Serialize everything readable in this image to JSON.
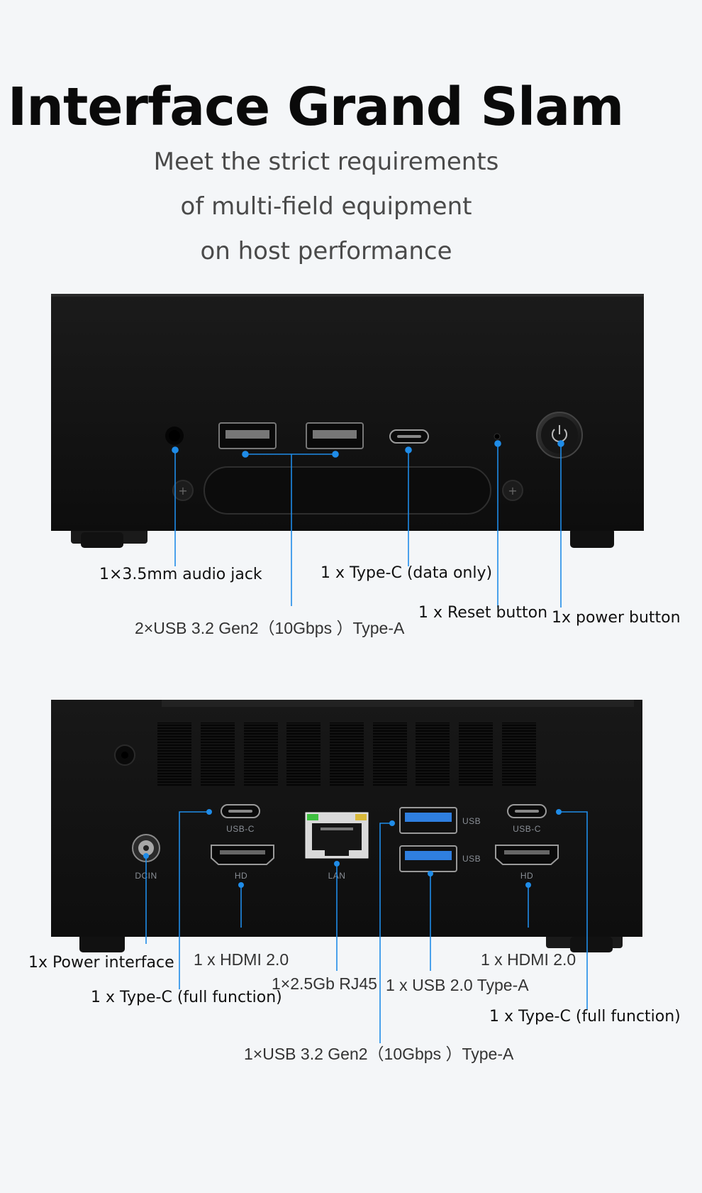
{
  "heading": {
    "title": "Interface Grand Slam",
    "subtitle_lines": [
      "Meet the strict requirements",
      "of multi-field equipment",
      "on host performance"
    ]
  },
  "front_panel": {
    "callouts": {
      "audio": "1×3.5mm audio jack",
      "usb_a": "2×USB 3.2 Gen2（10Gbps ）Type-A",
      "type_c": "1 x Type-C (data only)",
      "reset": "1 x Reset button",
      "power": "1x power button"
    }
  },
  "rear_panel": {
    "port_labels": {
      "usbc_left": "USB-C",
      "hd_left": "HD",
      "dcin": "DCIN",
      "lan": "LAN",
      "usb_top": "USB",
      "usb_bottom": "USB",
      "usbc_right": "USB-C",
      "hd_right": "HD"
    },
    "callouts": {
      "power": "1x Power interface",
      "typec_left": "1 x Type-C (full function)",
      "hdmi_left": "1 x HDMI 2.0",
      "rj45": "1×2.5Gb RJ45",
      "usb2": "1 x USB 2.0 Type-A",
      "hdmi_right": "1 x HDMI 2.0",
      "typec_right": "1 x Type-C (full function)",
      "usb3": "1×USB 3.2 Gen2（10Gbps ）Type-A"
    }
  },
  "colors": {
    "accent": "#1f8ce8",
    "body": "#131313",
    "background": "#f4f6f8"
  }
}
